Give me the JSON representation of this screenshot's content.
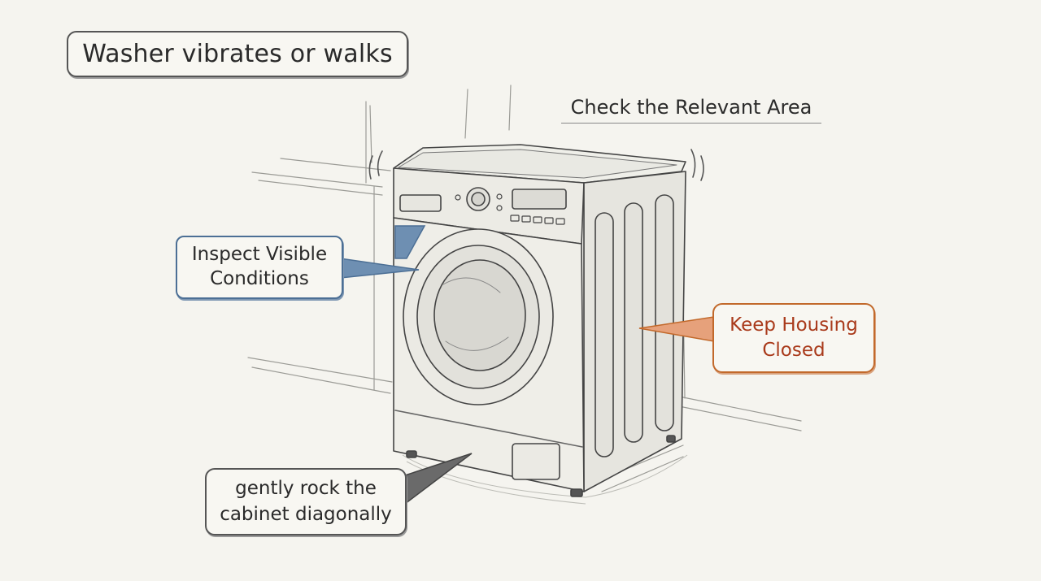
{
  "title": "Washer vibrates or walks",
  "header_note": "Check the Relevant Area",
  "callouts": {
    "inspect": "Inspect Visible Conditions",
    "keep_housing": "Keep Housing Closed",
    "rock_cabinet": "gently rock the cabinet diagonally"
  },
  "colors": {
    "background": "#f5f4ef",
    "ink": "#3a3a3a",
    "inspect_accent": "#4c6f95",
    "keep_accent": "#c2692b",
    "keep_text": "#a93a1b"
  },
  "icons": [
    "washing-machine-illustration",
    "control-knob-icon",
    "display-panel-icon"
  ]
}
